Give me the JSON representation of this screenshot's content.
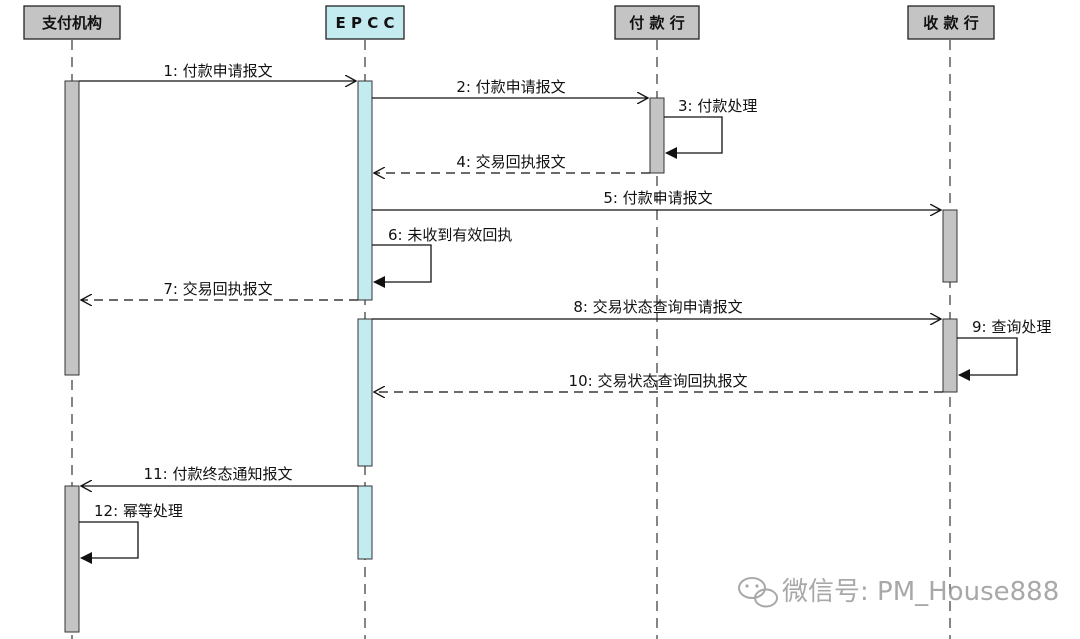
{
  "participants": [
    {
      "id": "p1",
      "label": "支付机构",
      "fill": "#c4c4c4"
    },
    {
      "id": "p2",
      "label": "E P C C",
      "fill": "#c3ebf0"
    },
    {
      "id": "p3",
      "label": "付 款 行",
      "fill": "#c4c4c4"
    },
    {
      "id": "p4",
      "label": "收 款 行",
      "fill": "#c4c4c4"
    }
  ],
  "messages": [
    {
      "label": "1: 付款申请报文",
      "from": "p1",
      "to": "p2",
      "style": "solid"
    },
    {
      "label": "2: 付款申请报文",
      "from": "p2",
      "to": "p3",
      "style": "solid"
    },
    {
      "label": "3: 付款处理",
      "from": "p3",
      "to": "p3",
      "style": "self"
    },
    {
      "label": "4: 交易回执报文",
      "from": "p3",
      "to": "p2",
      "style": "dashed"
    },
    {
      "label": "5: 付款申请报文",
      "from": "p2",
      "to": "p4",
      "style": "solid"
    },
    {
      "label": "6: 未收到有效回执",
      "from": "p2",
      "to": "p2",
      "style": "self"
    },
    {
      "label": "7: 交易回执报文",
      "from": "p2",
      "to": "p1",
      "style": "dashed"
    },
    {
      "label": "8: 交易状态查询申请报文",
      "from": "p2",
      "to": "p4",
      "style": "solid"
    },
    {
      "label": "9: 查询处理",
      "from": "p4",
      "to": "p4",
      "style": "self"
    },
    {
      "label": "10: 交易状态查询回执报文",
      "from": "p4",
      "to": "p2",
      "style": "dashed"
    },
    {
      "label": "11: 付款终态通知报文",
      "from": "p2",
      "to": "p1",
      "style": "solid"
    },
    {
      "label": "12: 幂等处理",
      "from": "p1",
      "to": "p1",
      "style": "self"
    }
  ],
  "colors": {
    "gray_bar": "#c4c4c4",
    "cyan_bar": "#c3ebf0",
    "line": "#111111",
    "watermark": "#9a9a9a"
  },
  "watermark": {
    "text": "微信号: PM_House888",
    "icon": "wechat-icon"
  }
}
